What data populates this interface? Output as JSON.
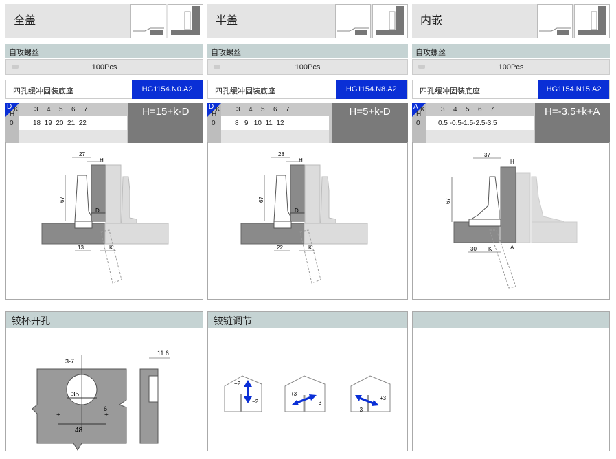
{
  "columns": [
    {
      "title": "全盖",
      "screw": "自攻螺丝",
      "qty": "100Pcs",
      "base": "四孔缓冲固装底座",
      "code": "HG1154.N0.A2",
      "corner": "D",
      "k_label": "K",
      "h_label": "H",
      "k_values": [
        "3",
        "4",
        "5",
        "6",
        "7"
      ],
      "row_label": "0",
      "values": "18  19  20  21  22",
      "formula": "H=15+k-D",
      "dims": {
        "width": "27",
        "height": "67",
        "offset": "13",
        "h": "H",
        "d": "D",
        "k": "K"
      }
    },
    {
      "title": "半盖",
      "screw": "自攻螺丝",
      "qty": "100Pcs",
      "base": "四孔缓冲固装底座",
      "code": "HG1154.N8.A2",
      "corner": "D",
      "k_label": "K",
      "h_label": "H",
      "k_values": [
        "3",
        "4",
        "5",
        "6",
        "7"
      ],
      "row_label": "0",
      "values": "8   9   10  11  12",
      "formula": "H=5+k-D",
      "dims": {
        "width": "28",
        "height": "67",
        "offset": "22",
        "h": "H",
        "d": "D",
        "k": "K"
      }
    },
    {
      "title": "内嵌",
      "screw": "自攻螺丝",
      "qty": "100Pcs",
      "base": "四孔缓冲固装底座",
      "code": "HG1154.N15.A2",
      "corner": "A",
      "k_label": "K",
      "h_label": "H",
      "k_values": [
        "3",
        "4",
        "5",
        "6",
        "7"
      ],
      "row_label": "0",
      "values": "0.5 -0.5-1.5-2.5-3.5",
      "formula": "H=-3.5+k+A",
      "dims": {
        "width": "37",
        "height": "67",
        "offset": "30",
        "h": "H",
        "d": "A",
        "k": "K"
      }
    }
  ],
  "cup": {
    "title": "铰杯开孔",
    "depth": "3-7",
    "diameter": "35",
    "spacing": "48",
    "offset": "6",
    "thickness": "11.6"
  },
  "adjust": {
    "title": "铰链调节",
    "a_plus": "+2",
    "a_minus": "−2",
    "b_plus": "+3",
    "b_minus": "−3",
    "c_plus": "+3",
    "c_minus": "−3"
  },
  "colors": {
    "blue": "#0a2fd6",
    "dark": "#8a8a8a",
    "light": "#dcdcdc",
    "teal": "#c5d3d3"
  }
}
